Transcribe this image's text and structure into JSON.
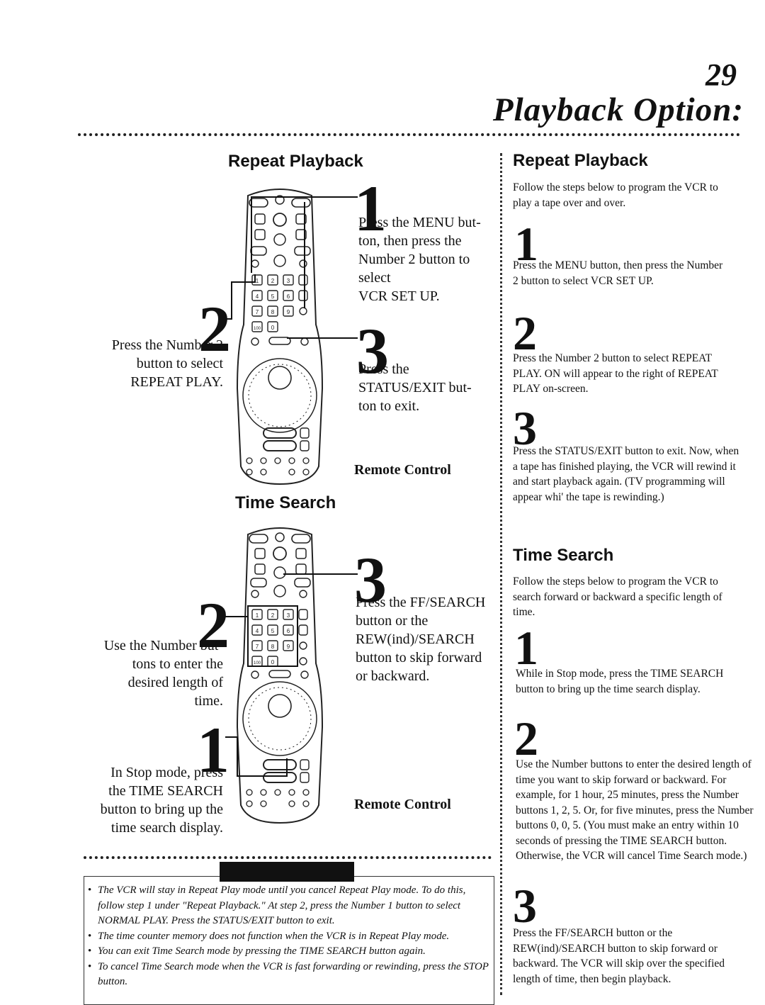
{
  "page": {
    "number": "29",
    "title": "Playback Option:"
  },
  "left": {
    "repeat": {
      "heading": "Repeat Playback",
      "step1_num": "1",
      "step1_text": "Press the MENU button, then press the Number 2 button to select VCR SET UP.",
      "step1_lines": [
        "Press the MENU but-",
        "ton, then press the",
        "Number 2 button to",
        "select",
        "VCR SET UP."
      ],
      "step2_num": "2",
      "step2_lines": [
        "Press the Number 2",
        "button to select",
        "REPEAT PLAY."
      ],
      "step3_num": "3",
      "step3_lines": [
        "Press the",
        "STATUS/EXIT but-",
        "ton to exit."
      ],
      "caption": "Remote Control"
    },
    "time": {
      "heading": "Time Search",
      "step3_num": "3",
      "step3_lines": [
        "Press the FF/SEARCH",
        "button or the",
        "REW(ind)/SEARCH",
        "button to skip forward",
        "or backward."
      ],
      "step2_num": "2",
      "step2_lines": [
        "Use the Number but-",
        "tons to enter the",
        "desired length of",
        "time."
      ],
      "step1_num": "1",
      "step1_lines": [
        "In Stop mode, press",
        "the TIME SEARCH",
        "button to bring up the",
        "time search display."
      ],
      "caption": "Remote Control"
    }
  },
  "right": {
    "repeat": {
      "heading": "Repeat Playback",
      "intro": "Follow the steps below to program the VCR to play a tape over and over.",
      "steps": [
        {
          "num": "1",
          "text": "Press the MENU button, then press the Number 2 button to select VCR SET UP."
        },
        {
          "num": "2",
          "text": "Press the Number 2 button to select REPEAT PLAY.  ON will appear to the right of REPEAT PLAY on-screen."
        },
        {
          "num": "3",
          "text": "Press the STATUS/EXIT button to exit. Now, when a tape has finished playing, the VCR will rewind it and start playback again.  (TV programming will appear whi' the tape is rewinding.)"
        }
      ]
    },
    "time": {
      "heading": "Time Search",
      "intro": "Follow the steps below to program the VCR to search forward or backward a specific length of time.",
      "steps": [
        {
          "num": "1",
          "text": "While in Stop mode, press the TIME SEARCH button to bring up the time search display."
        },
        {
          "num": "2",
          "text": "Use the Number buttons to enter the desired length of time you want to skip forward or backward.  For example, for 1 hour, 25 minutes, press the Number buttons 1, 2, 5.  Or, for five minutes, press the Number buttons 0, 0, 5. (You must make an entry within 10 seconds of pressing the TIME SEARCH button. Otherwise, the VCR will cancel Time Search mode.)"
        },
        {
          "num": "3",
          "text": "Press the FF/SEARCH button or the REW(ind)/SEARCH button to skip forward or backward. The VCR will skip over the specified length of time, then begin playback."
        }
      ]
    }
  },
  "notes": [
    "The VCR will stay in Repeat Play mode until you cancel Repeat Play mode.  To do this, follow step 1 under \"Repeat Playback.\"  At step 2, press the Number 1 button to select NORMAL PLAY.  Press the STATUS/EXIT button to exit.",
    "The time counter memory does not function when the VCR is in Repeat Play mode.",
    "You can exit Time Search mode by pressing the TIME SEARCH button again.",
    "To cancel Time Search mode when the VCR is fast forwarding or rewinding, press the STOP button."
  ]
}
